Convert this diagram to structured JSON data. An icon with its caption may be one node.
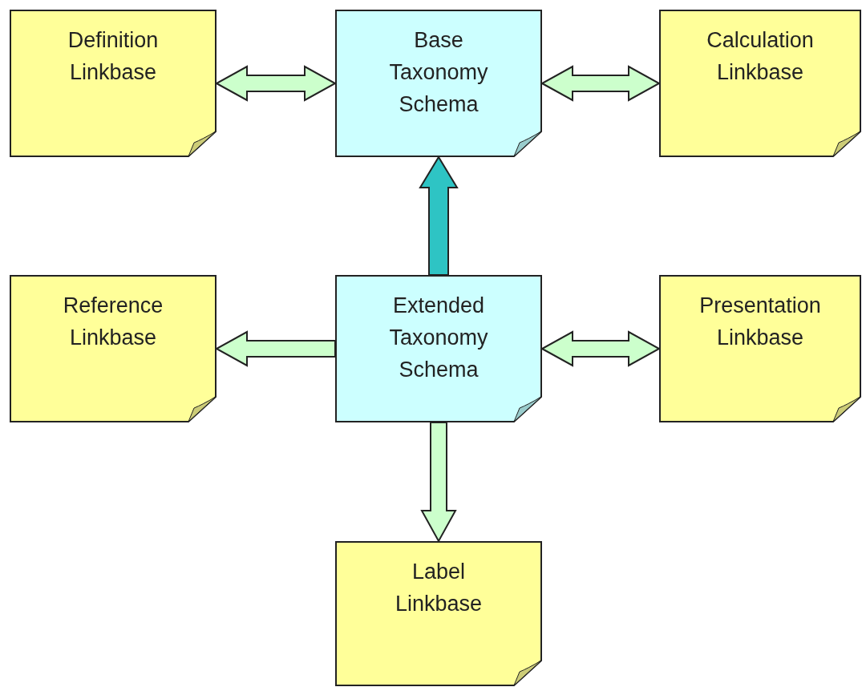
{
  "diagram": {
    "nodes": [
      {
        "text": [
          "Definition Linkbase"
        ]
      },
      {
        "text": [
          "Base Taxonomy Schema"
        ]
      },
      {
        "text": [
          "Calculation Linkbase"
        ]
      },
      {
        "text": [
          "Reference Linkbase"
        ]
      },
      {
        "text": [
          "Extended Taxonomy Schema"
        ]
      },
      {
        "text": [
          "Presentation Linkbase"
        ]
      },
      {
        "text": [
          "Label Linkbase"
        ]
      }
    ],
    "edges": [
      {
        "from": 0,
        "to": 1,
        "arrow": "both"
      },
      {
        "from": 1,
        "to": 2,
        "arrow": "both"
      },
      {
        "from": 4,
        "to": 1,
        "arrow": "to",
        "style": "thick",
        "color": "#2ec4c4"
      },
      {
        "from": 4,
        "to": 3,
        "arrow": "to"
      },
      {
        "from": 4,
        "to": 5,
        "arrow": "both"
      },
      {
        "from": 4,
        "to": 6,
        "arrow": "to"
      }
    ]
  }
}
